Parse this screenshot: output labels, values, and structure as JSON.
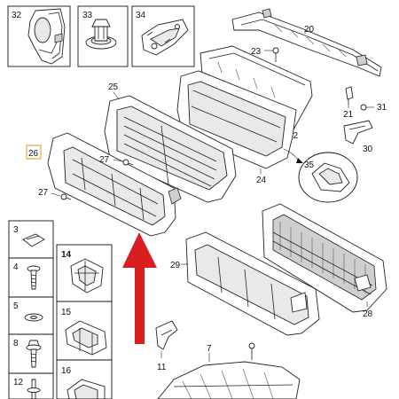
{
  "diagram": {
    "callouts": {
      "p20": "20",
      "p21": "21",
      "p22": "22",
      "p23": "23",
      "p24": "24",
      "p25": "25",
      "p26": "26",
      "p27a": "27",
      "p27b": "27",
      "p28": "28",
      "p29": "29",
      "p30": "30",
      "p31": "31",
      "p7": "7",
      "p11": "11"
    },
    "top_insets": {
      "i32": "32",
      "i33": "33",
      "i34": "34",
      "i35": "35"
    },
    "left_insets": {
      "i3": "3",
      "i4": "4",
      "i5": "5",
      "i8": "8",
      "i12": "12",
      "i14": "14",
      "i15": "15",
      "i16": "16"
    },
    "colors": {
      "arrow": "#d81e1e",
      "highlight_box": "#e8a83a"
    }
  }
}
